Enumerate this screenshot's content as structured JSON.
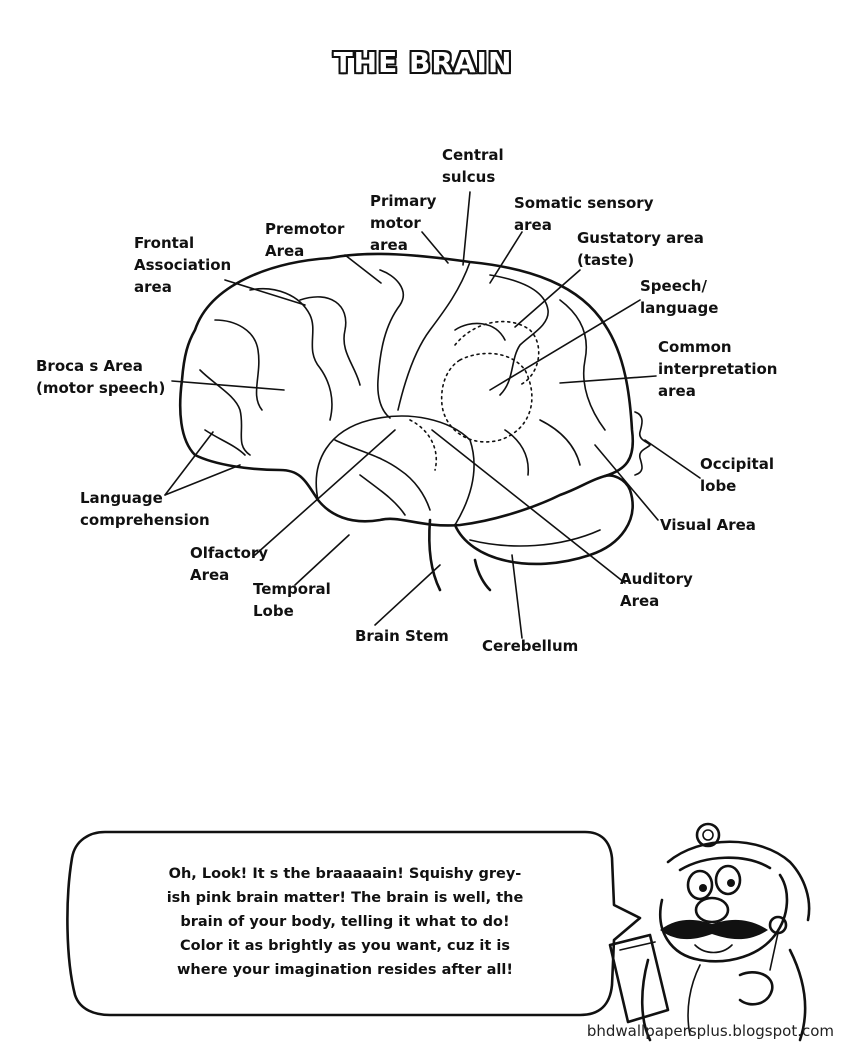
{
  "title": "THE BRAIN",
  "labels": {
    "central_sulcus": "Central\nsulcus",
    "primary_motor": "Primary\nmotor\narea",
    "somatic_sensory": "Somatic sensory\narea",
    "premotor": "Premotor\nArea",
    "frontal_association": "Frontal\nAssociation\narea",
    "gustatory": "Gustatory area\n(taste)",
    "speech_language": "Speech/\nlanguage",
    "common_interpretation": "Common\ninterpretation\narea",
    "brocas": "Broca s Area\n(motor speech)",
    "occipital": "Occipital\nlobe",
    "language_comprehension": "Language\ncomprehension",
    "visual": "Visual Area",
    "olfactory": "Olfactory\nArea",
    "auditory": "Auditory\nArea",
    "temporal": "Temporal\nLobe",
    "brain_stem": "Brain Stem",
    "cerebellum": "Cerebellum"
  },
  "speech_bubble": "Oh, Look! It s the braaaaain!  Squishy grey-\nish pink brain matter!  The brain is well, the\nbrain of your body, telling it what to do!\nColor it as brightly as you want, cuz it is\nwhere your imagination resides after all!",
  "watermark": "bhdwallpapersplus.blogspot.com"
}
